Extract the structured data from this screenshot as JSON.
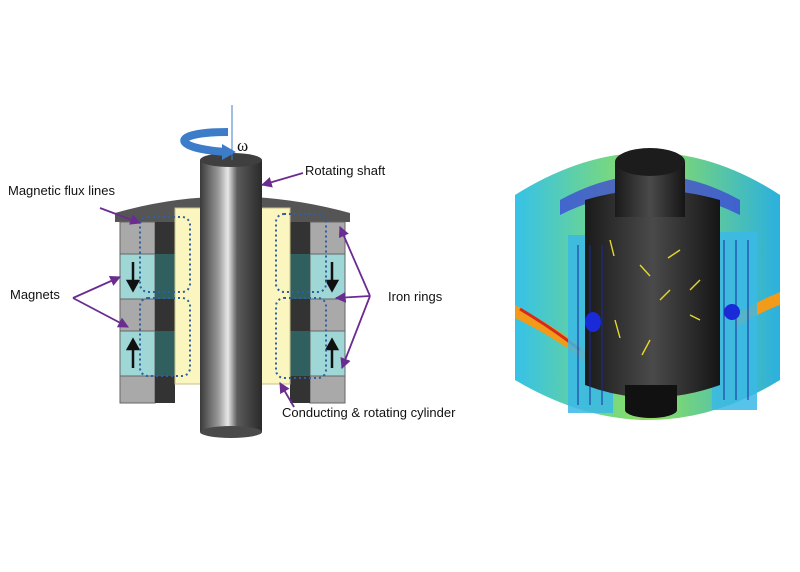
{
  "left_diagram": {
    "omega_symbol": "ω",
    "labels": {
      "rotating_shaft": "Rotating shaft",
      "magnetic_flux_lines": "Magnetic flux lines",
      "magnets": "Magnets",
      "iron_rings": "Iron rings",
      "conducting_cylinder": "Conducting & rotating cylinder"
    },
    "colors": {
      "leader_line": "#6a2c91",
      "rotation_arrow": "#3d7cc9",
      "flux_line": "#2e5f9e",
      "iron": "#a9a9a9",
      "magnet": "#9fd6d6",
      "cylinder": "#fbf6bf",
      "shaft": "#4a4a4a"
    }
  },
  "right_diagram": {
    "description": "simulation-result-3d-cutaway"
  }
}
